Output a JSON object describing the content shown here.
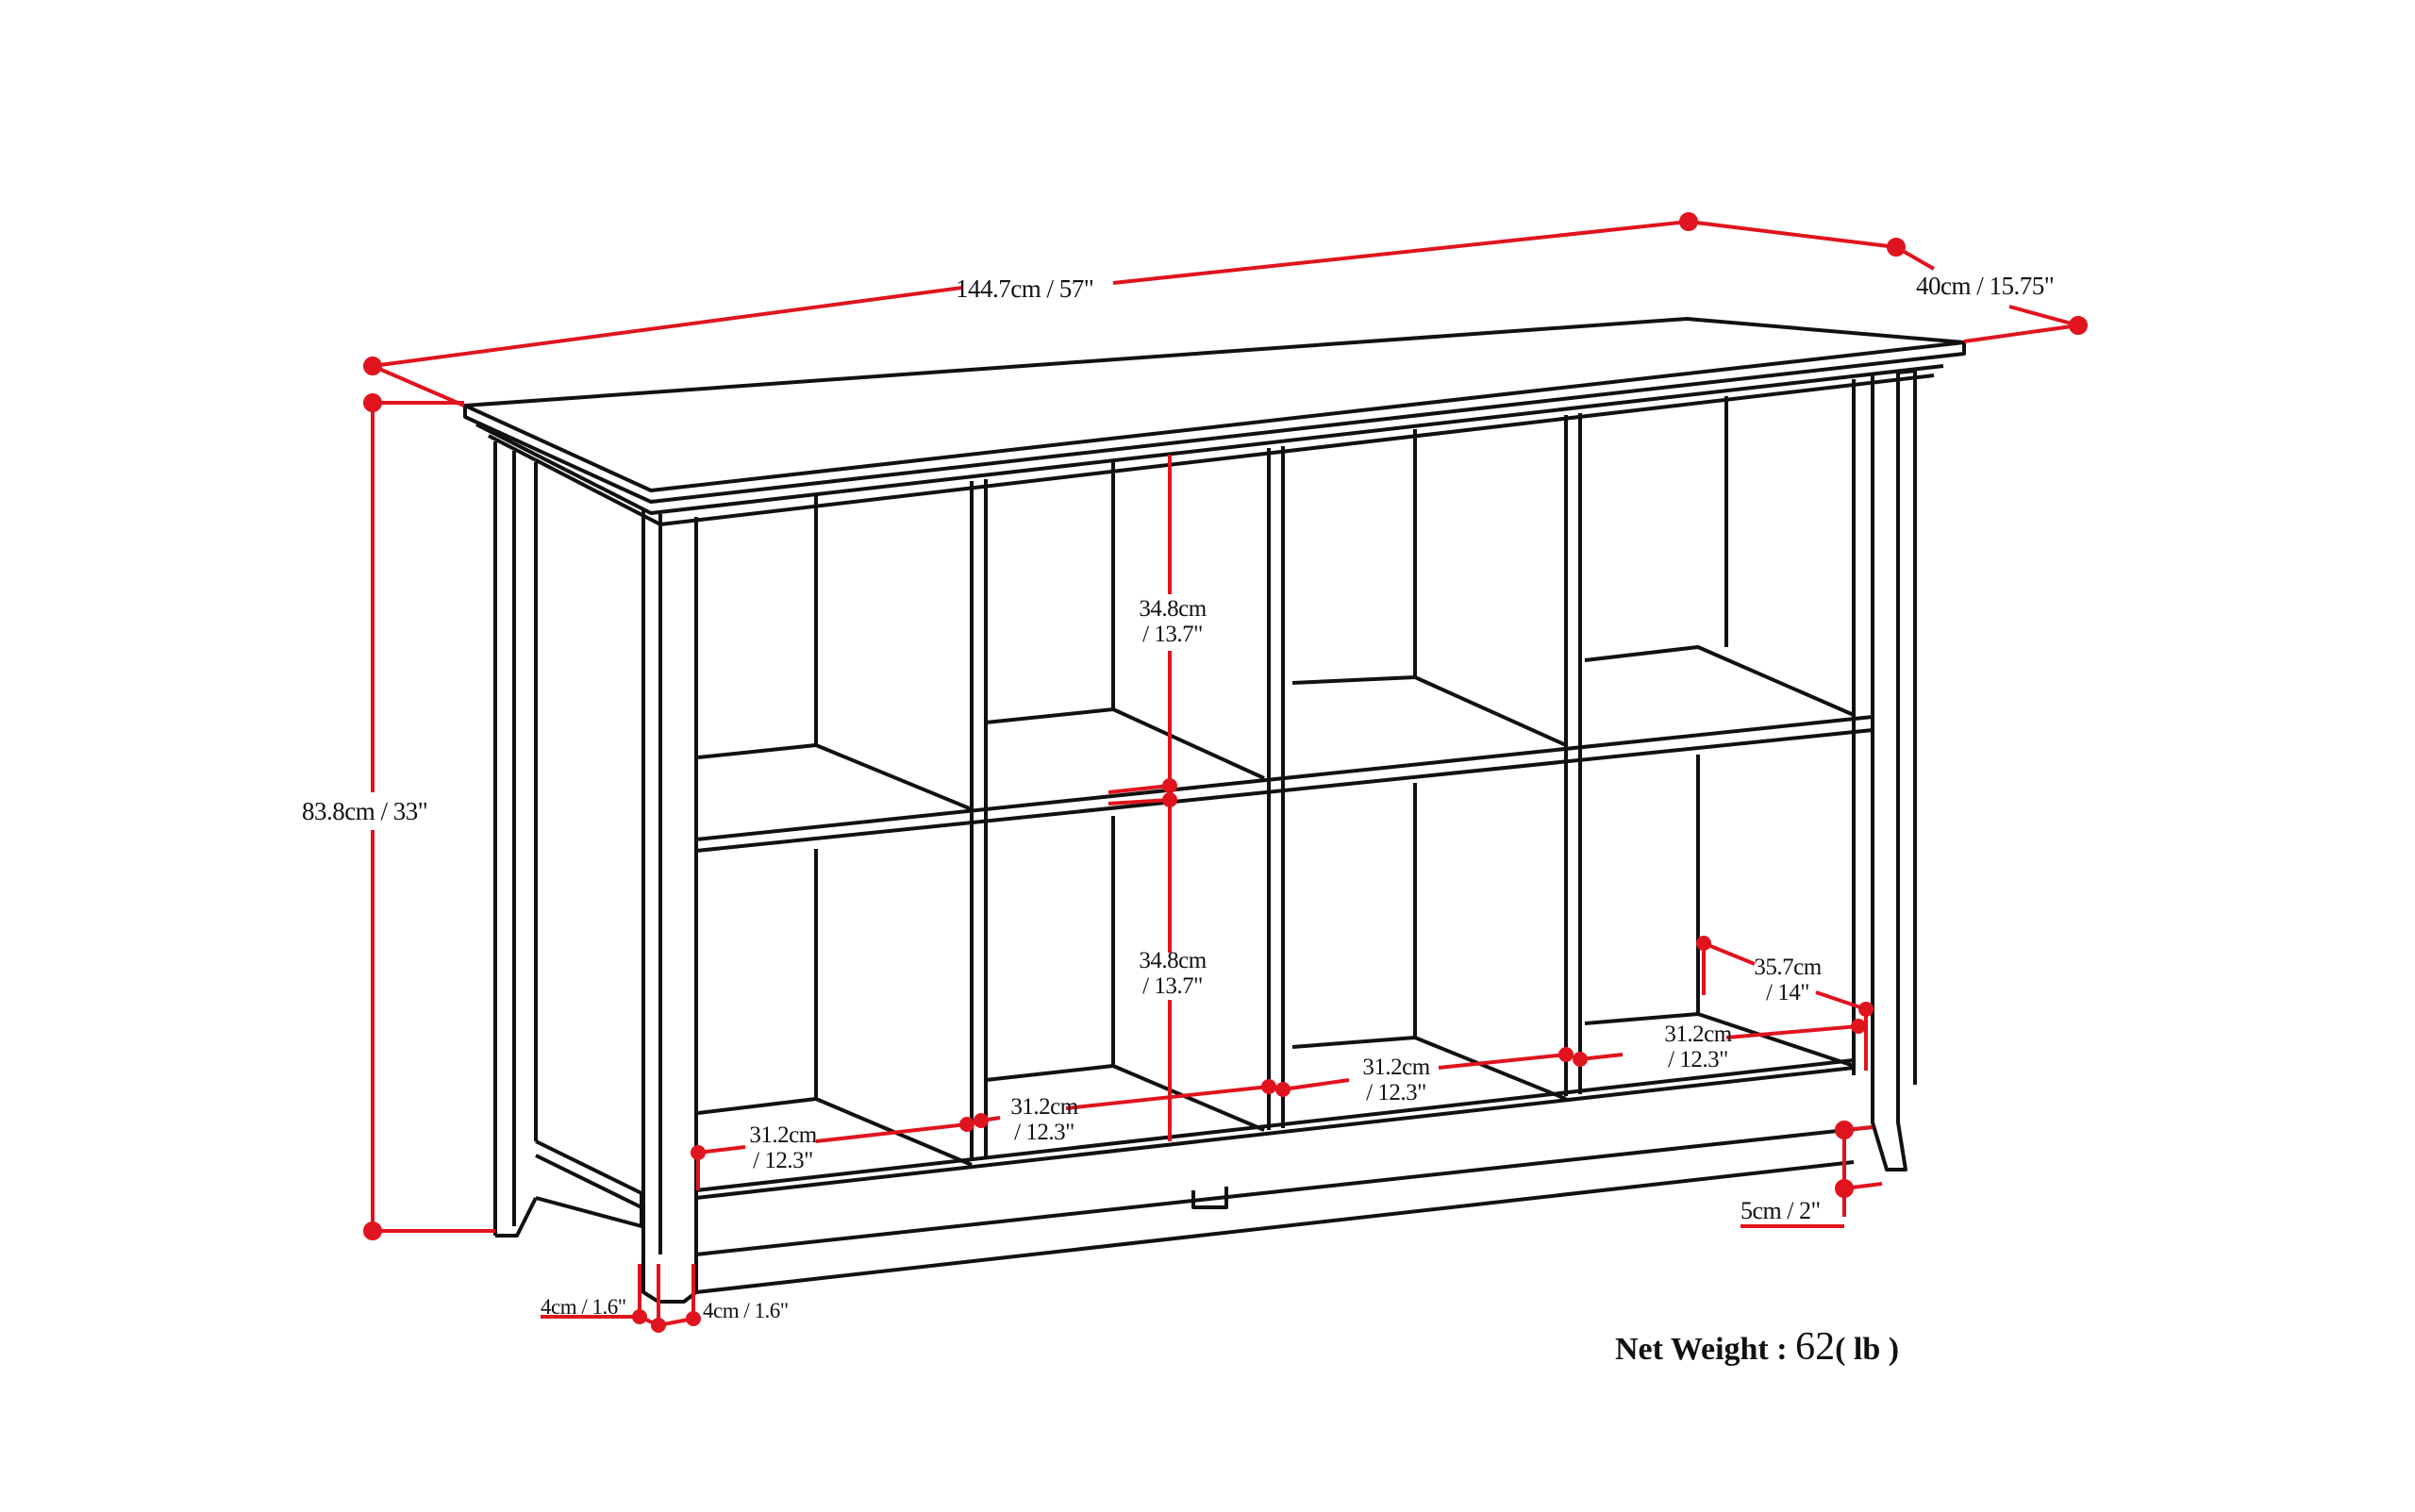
{
  "diagram": {
    "subject": "8-cube storage console / bookcase dimension drawing",
    "colors": {
      "line": "#111111",
      "dimension": "#e0141e",
      "background": "#ffffff"
    },
    "dimensions": {
      "width": "144.7cm / 57\"",
      "depth": "40cm / 15.75\"",
      "height": "83.8cm / 33\"",
      "cube_height_top": [
        "34.8cm",
        "/ 13.7\""
      ],
      "cube_height_bottom": [
        "34.8cm",
        "/ 13.7\""
      ],
      "cube_depth": [
        "35.7cm",
        "/ 14\""
      ],
      "cube_width_1": [
        "31.2cm",
        "/ 12.3\""
      ],
      "cube_width_2": [
        "31.2cm",
        "/ 12.3\""
      ],
      "cube_width_3": [
        "31.2cm",
        "/ 12.3\""
      ],
      "cube_width_4": [
        "31.2cm",
        "/ 12.3\""
      ],
      "leg_width_front": "4cm / 1.6\"",
      "leg_width_side": "4cm / 1.6\"",
      "floor_clearance": "5cm / 2\""
    },
    "net_weight": {
      "label": "Net Weight :",
      "value": "62",
      "unit": "( lb )"
    }
  }
}
